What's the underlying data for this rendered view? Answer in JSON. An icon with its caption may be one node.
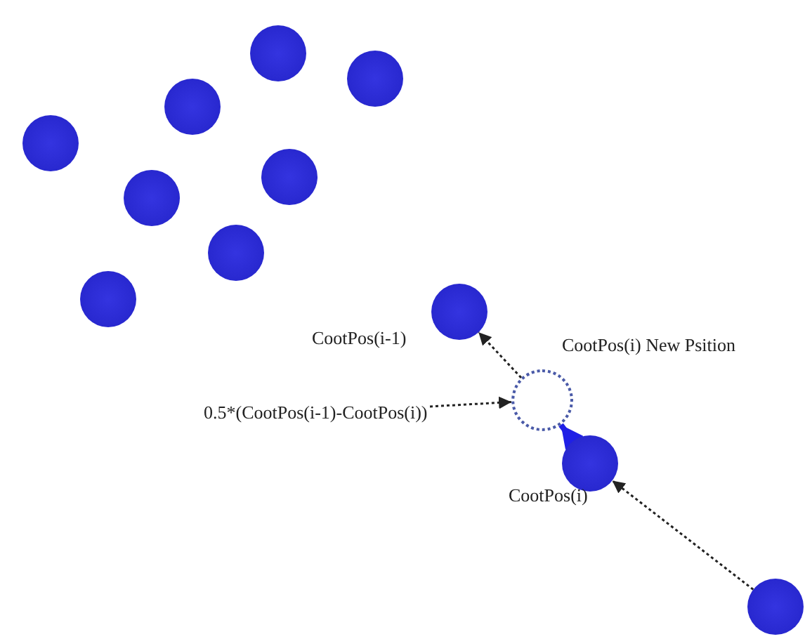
{
  "diagram": {
    "nodes": [
      {
        "text": [],
        "shape": "circle"
      },
      {
        "text": [],
        "shape": "circle"
      },
      {
        "text": [],
        "shape": "circle"
      },
      {
        "text": [],
        "shape": "circle"
      },
      {
        "text": [],
        "shape": "circle"
      },
      {
        "text": [],
        "shape": "circle"
      },
      {
        "text": [],
        "shape": "circle"
      },
      {
        "text": [],
        "shape": "circle"
      },
      {
        "text": [],
        "shape": "circle",
        "beside": [
          "CootPos(i-1)"
        ]
      },
      {
        "text": [],
        "shape": "circle",
        "beside": [
          "CootPos(i) New Psition"
        ]
      },
      {
        "text": [
          "0.5*(CootPos(i-1)-CootPos(i))"
        ]
      },
      {
        "text": [],
        "shape": "circle",
        "beside": [
          "CootPos(i)"
        ]
      },
      {
        "text": [],
        "shape": "circle"
      }
    ],
    "edges": [
      {
        "from": 12,
        "to": 11,
        "arrow": "to",
        "style": "dashed"
      },
      {
        "from": 11,
        "to": 9,
        "arrow": "to",
        "style": "thick",
        "color": "#1f1fe6"
      },
      {
        "from": 9,
        "to": 8,
        "arrow": "to",
        "style": "dashed"
      },
      {
        "from": 10,
        "to": 9,
        "arrow": "to",
        "style": "dashed"
      }
    ]
  }
}
